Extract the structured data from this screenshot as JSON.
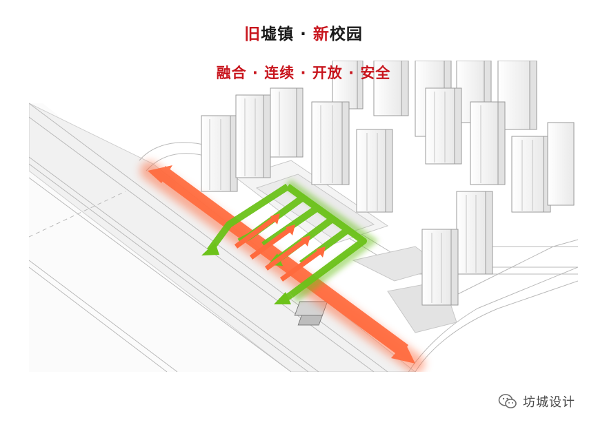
{
  "title": {
    "part1_accent": "旧",
    "part2": "墟镇 · ",
    "part3_accent": "新",
    "part4": "校园"
  },
  "subtitle": "融合 · 连续 · 开放 · 安全",
  "watermark": {
    "icon": "wechat-icon",
    "text": "坊城设计"
  },
  "colors": {
    "accent_red": "#c8151d",
    "street_arrow": "#ff6a3d",
    "campus_arrow": "#6cc21a",
    "building_line": "#9a9a9a"
  }
}
